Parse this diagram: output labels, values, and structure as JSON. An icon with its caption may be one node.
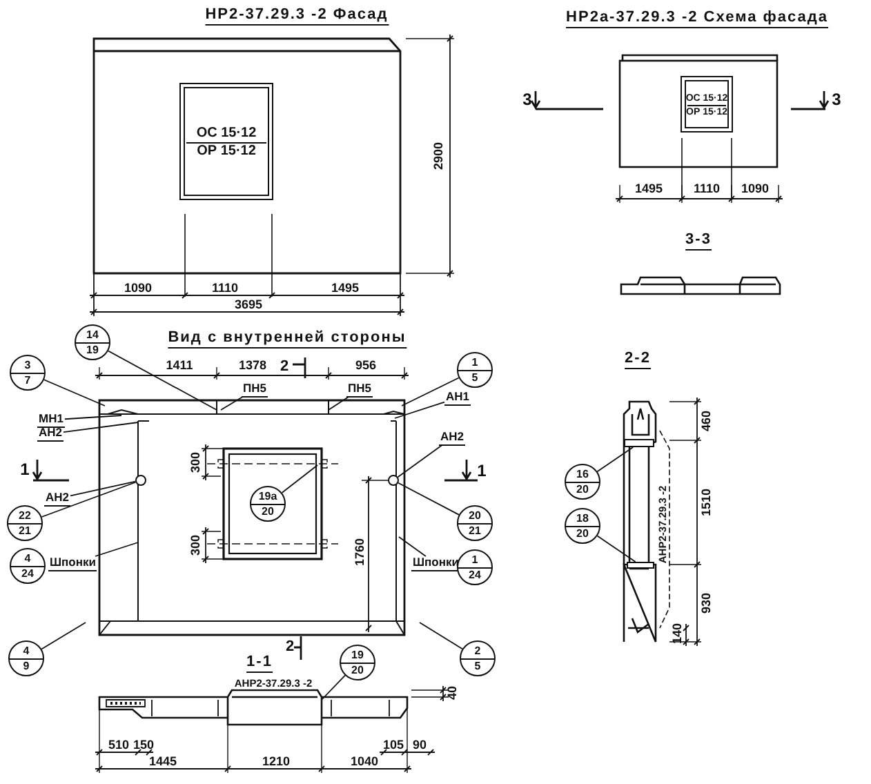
{
  "diagram": {
    "nodes": [
      {
        "text": [
          "ОС 15·12",
          "ОР 15·12"
        ]
      },
      {
        "text": [
          "ОС 15·12",
          "ОР 15·12"
        ]
      },
      {
        "text": [
          "14",
          "19"
        ]
      },
      {
        "text": [
          "3",
          "7"
        ]
      },
      {
        "text": [
          "1",
          "5"
        ]
      },
      {
        "text": [
          "МН1"
        ]
      },
      {
        "text": [
          "АН2"
        ]
      },
      {
        "text": [
          "АН1"
        ]
      },
      {
        "text": [
          "ПН5"
        ]
      },
      {
        "text": [
          "ПН5"
        ]
      },
      {
        "text": [
          "АН2"
        ]
      },
      {
        "text": [
          "АН2"
        ]
      },
      {
        "text": [
          "22",
          "21"
        ]
      },
      {
        "text": [
          "19а",
          "20"
        ]
      },
      {
        "text": [
          "20",
          "21"
        ]
      },
      {
        "text": [
          "Шпонки"
        ]
      },
      {
        "text": [
          "4",
          "24"
        ]
      },
      {
        "text": [
          "Шпонки"
        ]
      },
      {
        "text": [
          "1",
          "24"
        ]
      },
      {
        "text": [
          "4",
          "9"
        ]
      },
      {
        "text": [
          "2",
          "5"
        ]
      },
      {
        "text": [
          "19",
          "20"
        ]
      },
      {
        "text": [
          "16",
          "20"
        ]
      },
      {
        "text": [
          "18",
          "20"
        ]
      },
      {
        "text": [],
        "shape": "circle"
      },
      {
        "text": [],
        "shape": "circle"
      },
      {
        "text": [],
        "shape": "box"
      },
      {
        "text": [],
        "shape": "box"
      }
    ],
    "edges": [
      {
        "from": 2,
        "to": null,
        "arrow": "none"
      },
      {
        "from": 3,
        "to": null,
        "arrow": "none"
      },
      {
        "from": 4,
        "to": null,
        "arrow": "none"
      },
      {
        "from": 5,
        "to": null,
        "arrow": "none"
      },
      {
        "from": 6,
        "to": null,
        "arrow": "none"
      },
      {
        "from": 7,
        "to": null,
        "arrow": "none"
      },
      {
        "from": 8,
        "to": null,
        "arrow": "none"
      },
      {
        "from": 9,
        "to": null,
        "arrow": "none"
      },
      {
        "from": 10,
        "to": 25,
        "arrow": "none"
      },
      {
        "from": 11,
        "to": 24,
        "arrow": "none"
      },
      {
        "from": 12,
        "to": 24,
        "arrow": "none"
      },
      {
        "from": 13,
        "to": null,
        "arrow": "none"
      },
      {
        "from": 14,
        "to": 25,
        "arrow": "none"
      },
      {
        "from": 15,
        "to": null,
        "arrow": "none"
      },
      {
        "from": 17,
        "to": null,
        "arrow": "none"
      },
      {
        "from": 19,
        "to": null,
        "arrow": "none"
      },
      {
        "from": 20,
        "to": null,
        "arrow": "none"
      },
      {
        "from": 21,
        "to": null,
        "arrow": "none"
      },
      {
        "from": 22,
        "to": 26,
        "arrow": "none"
      },
      {
        "from": 23,
        "to": 27,
        "arrow": "none"
      }
    ],
    "labels": [
      "НР2-37.29.3 -2 Фасад",
      "2900",
      "1090",
      "1110",
      "1495",
      "3695",
      "НР2а-37.29.3 -2 Схема фасада",
      "3",
      "3",
      "1495",
      "1110",
      "1090",
      "3-3",
      "Вид с внутренней стороны",
      "1411",
      "1378",
      "2",
      "956",
      "1",
      "300",
      "1760",
      "1",
      "300",
      "2-2",
      "460",
      "1510",
      "АНР2-37.29.3 -2",
      "930",
      "140",
      "2",
      "1-1",
      "АНР2-37.29.3 -2",
      "40",
      "510",
      "150",
      "105",
      "90",
      "1445",
      "1210",
      "1040"
    ]
  }
}
